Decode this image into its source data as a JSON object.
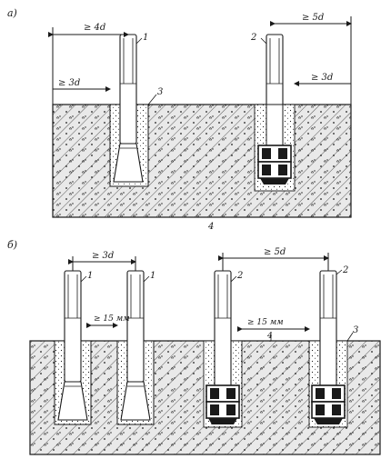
{
  "panel_a": {
    "label": "a)",
    "dim_top_left": "≥ 4d",
    "dim_top_right": "≥ 5d",
    "dim_side_left": "≥ 3d",
    "dim_side_right": "≥ 3d",
    "bolt_left_num": "1",
    "bolt_right_num": "2",
    "well_num": "3",
    "concrete_num": "4"
  },
  "panel_b": {
    "label": "б)",
    "dim_top_left": "≥ 3d",
    "dim_top_right": "≥ 5d",
    "dim_gap_left": "≥ 15 мм",
    "dim_gap_right": "≥ 15 мм",
    "bolt_1_num": "1",
    "bolt_2_num": "1",
    "bolt_3_num": "2",
    "bolt_4_num": "2",
    "well_num": "3",
    "concrete_num": "4"
  },
  "colors": {
    "ink": "#1a1a1a",
    "concrete": "#e9e9e9"
  }
}
